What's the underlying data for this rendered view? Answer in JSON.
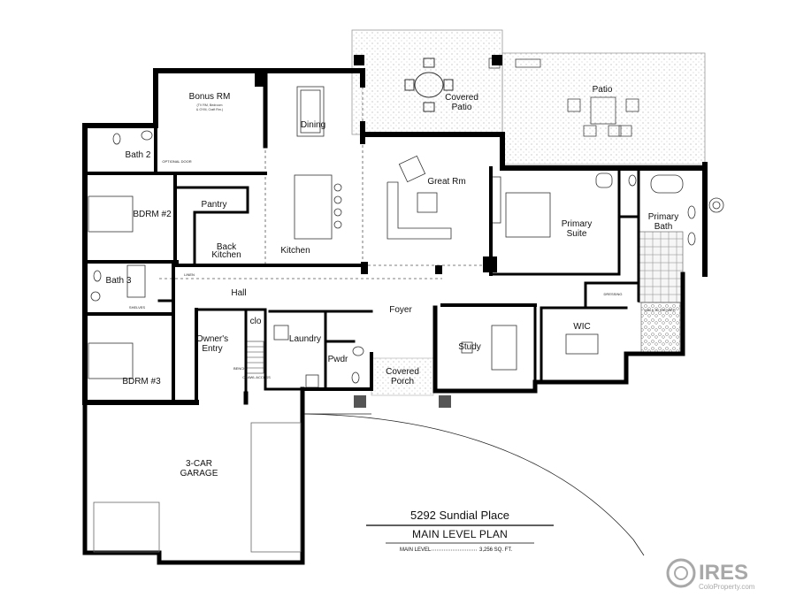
{
  "plan": {
    "address": "5292 Sundial Place",
    "title": "MAIN LEVEL PLAN",
    "area_label": "MAIN LEVEL",
    "area_value": "3,256 SQ. FT."
  },
  "rooms": {
    "bonus_rm": "Bonus RM",
    "bonus_rm_note": "(TV RM, Bedroom",
    "bonus_rm_note2": "& GYM, Craft Rm.)",
    "dining": "Dining",
    "covered_patio": "Covered",
    "covered_patio2": "Patio",
    "patio": "Patio",
    "bath2": "Bath 2",
    "bdrm2": "BDRM #2",
    "pantry": "Pantry",
    "back_kitchen": "Back",
    "back_kitchen2": "Kitchen",
    "kitchen": "Kitchen",
    "great_rm": "Great Rm",
    "primary_suite": "Primary",
    "primary_suite2": "Suite",
    "primary_bath": "Primary",
    "primary_bath2": "Bath",
    "bath3": "Bath 3",
    "hall": "Hall",
    "owners_entry": "Owner's",
    "owners_entry2": "Entry",
    "clo": "clo",
    "laundry": "Laundry",
    "foyer": "Foyer",
    "pwdr": "Pwdr",
    "study": "Study",
    "wic": "WIC",
    "dressing": "DRESSING",
    "bdrm3": "BDRM #3",
    "covered_porch": "Covered",
    "covered_porch2": "Porch",
    "garage": "3-CAR",
    "garage2": "GARAGE",
    "optional_door": "OPTIONAL DOOR",
    "walk_in_shower": "WALK-IN SHOWER",
    "linen": "LINEN",
    "shelves": "SHELVES",
    "crawl_access": "CRAWL ACCESS",
    "bench": "BENCH"
  },
  "watermark": {
    "brand": "IRES",
    "site": "ColoProperty.com"
  }
}
